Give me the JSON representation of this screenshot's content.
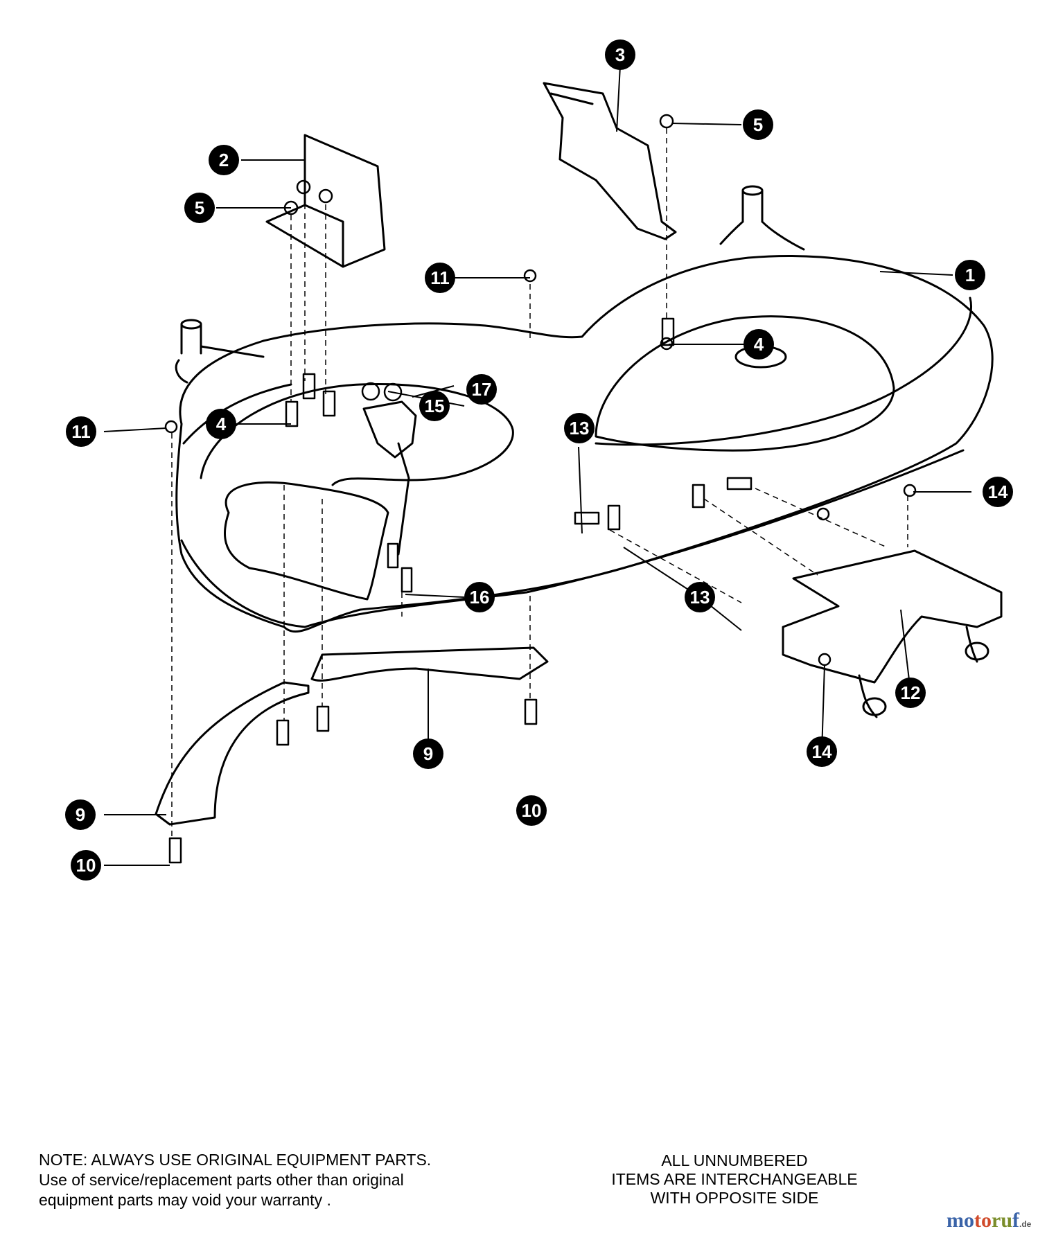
{
  "callouts": [
    {
      "id": "c1",
      "label": "1"
    },
    {
      "id": "c2",
      "label": "2"
    },
    {
      "id": "c3",
      "label": "3"
    },
    {
      "id": "c4a",
      "label": "4"
    },
    {
      "id": "c4b",
      "label": "4"
    },
    {
      "id": "c5a",
      "label": "5"
    },
    {
      "id": "c5b",
      "label": "5"
    },
    {
      "id": "c9a",
      "label": "9"
    },
    {
      "id": "c9b",
      "label": "9"
    },
    {
      "id": "c10a",
      "label": "10"
    },
    {
      "id": "c10b",
      "label": "10"
    },
    {
      "id": "c11a",
      "label": "11"
    },
    {
      "id": "c11b",
      "label": "11"
    },
    {
      "id": "c12",
      "label": "12"
    },
    {
      "id": "c13a",
      "label": "13"
    },
    {
      "id": "c13b",
      "label": "13"
    },
    {
      "id": "c14a",
      "label": "14"
    },
    {
      "id": "c14b",
      "label": "14"
    },
    {
      "id": "c15",
      "label": "15"
    },
    {
      "id": "c16",
      "label": "16"
    },
    {
      "id": "c17",
      "label": "17"
    }
  ],
  "note": {
    "line1": "NOTE: ALWAYS USE ORIGINAL EQUIPMENT PARTS.",
    "line2": "Use of service/replacement parts other than original",
    "line3": "equipment parts may void your warranty ."
  },
  "unnumbered_note": {
    "line1": "ALL UNNUMBERED",
    "line2": "ITEMS ARE INTERCHANGEABLE",
    "line3": "WITH OPPOSITE SIDE"
  },
  "watermark": {
    "part1": "mo",
    "part2": "to",
    "part3": "ru",
    "part4": "f",
    "suffix": ".de"
  }
}
